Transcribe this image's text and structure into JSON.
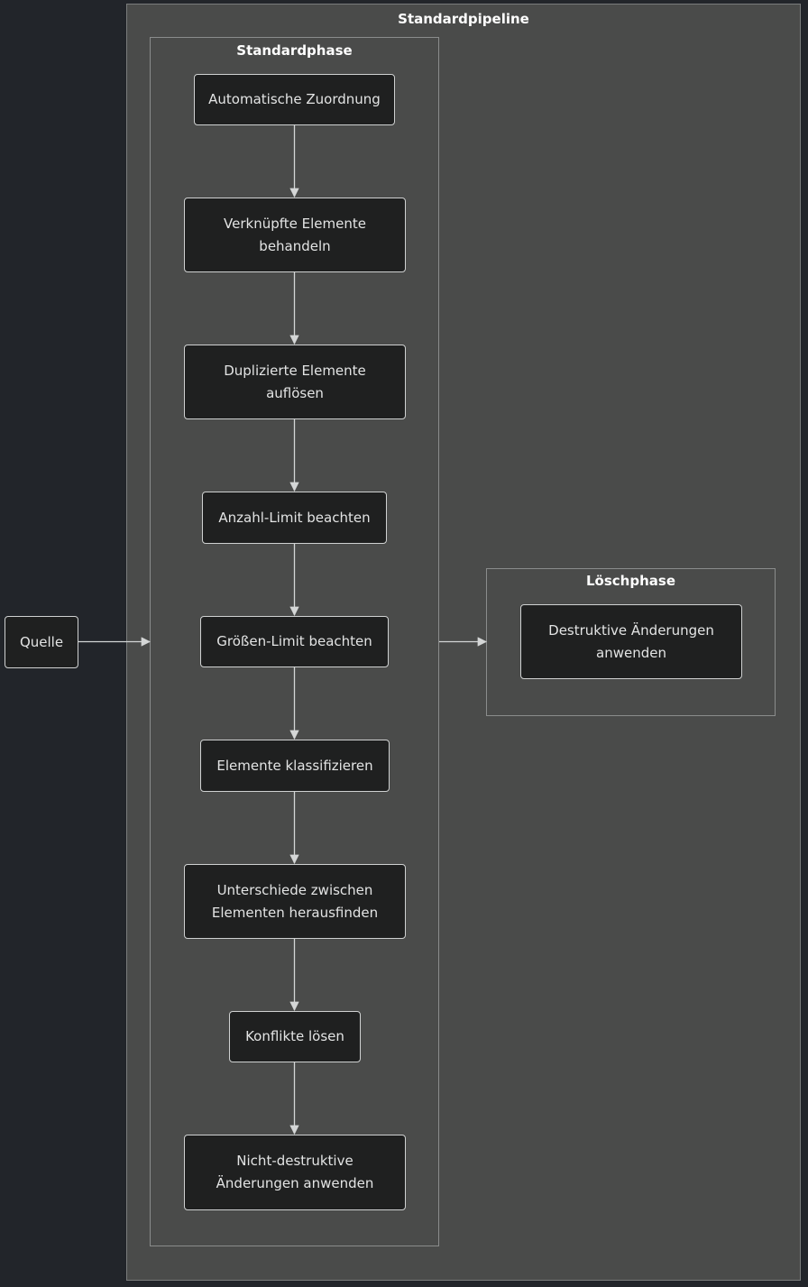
{
  "diagram": {
    "outer_cluster": {
      "title": "Standardpipeline"
    },
    "standard_phase": {
      "title": "Standardphase",
      "steps": [
        "Automatische Zuordnung",
        "Verknüpfte Elemente\nbehandeln",
        "Duplizierte Elemente\nauflösen",
        "Anzahl-Limit beachten",
        "Größen-Limit beachten",
        "Elemente klassifizieren",
        "Unterschiede zwischen\nElementen herausfinden",
        "Konflikte lösen",
        "Nicht-destruktive\nÄnderungen anwenden"
      ]
    },
    "delete_phase": {
      "title": "Löschphase",
      "step": "Destruktive Änderungen\nanwenden"
    },
    "source": "Quelle"
  },
  "colors": {
    "background": "#22252a",
    "cluster_fill": "#4a4b4a",
    "node_fill": "#1f2020",
    "node_border": "#cfd1d1",
    "edge": "#d4d6d6",
    "text": "#e3e4e4"
  }
}
